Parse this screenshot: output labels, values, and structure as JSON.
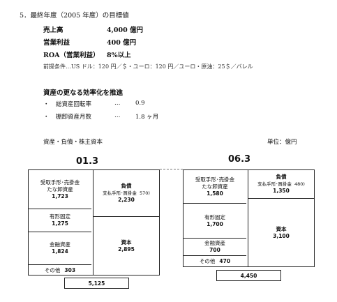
{
  "section_title": "5．最終年度（2005 年度）の目標値",
  "targets": [
    {
      "label": "売上高",
      "value": "4,000 億円"
    },
    {
      "label": "営業利益",
      "value": "400 億円"
    },
    {
      "label": "ROA（営業利益）",
      "value": "8%以上"
    }
  ],
  "assumptions": "前提条件…US ドル：120 円／＄・ユーロ：120 円／ユーロ・原油：25＄／バレル",
  "efficiency": {
    "heading": "資産の更なる効率化を推進",
    "items": [
      {
        "bullet": "・",
        "label": "総資産回転率",
        "dots": "…",
        "value": "0.9"
      },
      {
        "bullet": "・",
        "label": "棚卸資産月数",
        "dots": "…",
        "value": "1.8 ヶ月"
      }
    ]
  },
  "balance_title": "資産・負債・株主資本",
  "unit_label": "単位：億円",
  "bs_2001": {
    "year": "01.3",
    "assets": [
      {
        "line1": "受取手形･売掛金",
        "line2": "たな卸資産",
        "value": "1,723"
      },
      {
        "line1": "有形固定",
        "value": "1,275"
      },
      {
        "line1": "金融資産",
        "value": "1,824"
      },
      {
        "line1": "その他",
        "value": "303"
      }
    ],
    "liabilities": {
      "label": "負債",
      "sub": "支払手形･買掛金",
      "sub_value": "570)",
      "value": "2,230"
    },
    "equity": {
      "label": "資本",
      "value": "2,895"
    },
    "total": "5,125"
  },
  "bs_2006": {
    "year": "06.3",
    "assets": [
      {
        "line1": "受取手形･売掛金",
        "line2": "たな卸資産",
        "value": "1,580"
      },
      {
        "line1": "有形固定",
        "value": "1,700"
      },
      {
        "line1": "金融資産",
        "value": "700"
      },
      {
        "line1": "その他",
        "value": "470"
      }
    ],
    "liabilities": {
      "label": "負債",
      "sub": "支払手形･買掛金",
      "sub_value": "480)",
      "value": "1,350"
    },
    "equity": {
      "label": "資本",
      "value": "3,100"
    },
    "total": "4,450"
  }
}
